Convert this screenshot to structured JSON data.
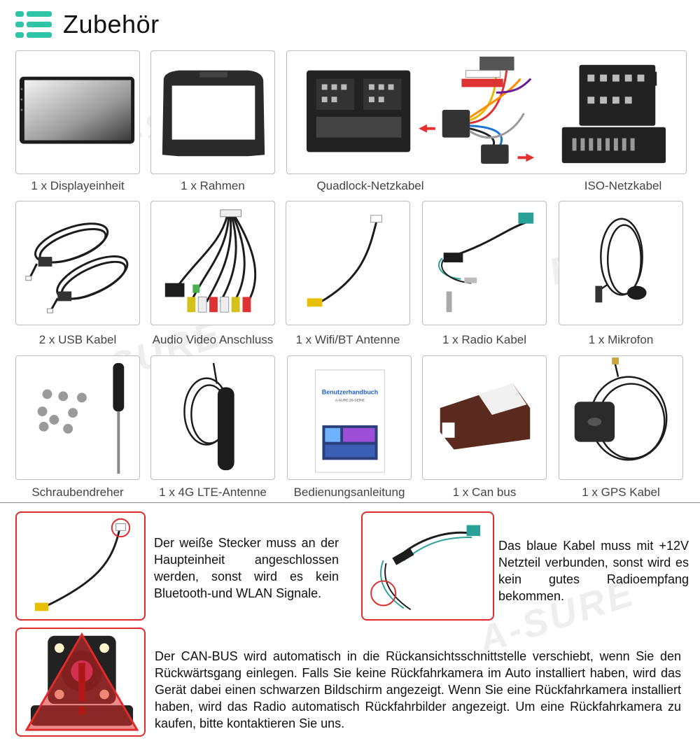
{
  "header": {
    "title": "Zubehör"
  },
  "watermark": "A-SURE",
  "items": [
    {
      "label": "1 x Displayeinheit"
    },
    {
      "label": "1 x Rahmen"
    },
    {
      "label": "Quadlock-Netzkabel"
    },
    {
      "label": "ISO-Netzkabel"
    },
    {
      "label": "2 x USB Kabel"
    },
    {
      "label": "Audio Video Anschluss"
    },
    {
      "label": "1 x Wifi/BT Antenne"
    },
    {
      "label": "1 x Radio Kabel"
    },
    {
      "label": "1 x Mikrofon"
    },
    {
      "label": "Schraubendreher"
    },
    {
      "label": "1 x 4G LTE-Antenne"
    },
    {
      "label": "Bedienungsanleitung"
    },
    {
      "label": "1 x Can bus"
    },
    {
      "label": "1 x GPS Kabel"
    }
  ],
  "manual": {
    "title": "Benutzerhandbuch",
    "subtitle": "A-SURE Z8-SERIE"
  },
  "notes": {
    "wifi": "Der weiße Stecker muss an der Haupteinheit angeschlossen werden, sonst wird es kein Bluetooth-und WLAN Signale.",
    "radio": "Das blaue Kabel muss mit +12V Netzteil verbunden, sonst wird es kein gutes Radioempfang bekommen.",
    "canbus": "Der CAN-BUS wird automatisch in die Rückansichtsschnittstelle verschiebt, wenn Sie den Rückwärtsgang einlegen. Falls Sie keine Rückfahrkamera im Auto installiert haben, wird das Gerät dabei einen schwarzen Bildschirm angezeigt.  Wenn Sie eine Rückfahrkamera installiert haben, wird das Radio automatisch Rückfahrbilder angezeigt. Um eine Rückfahrkamera zu kaufen, bitte kontaktieren Sie uns."
  },
  "colors": {
    "accent": "#2ec4a6",
    "warning": "#e02b2b"
  }
}
